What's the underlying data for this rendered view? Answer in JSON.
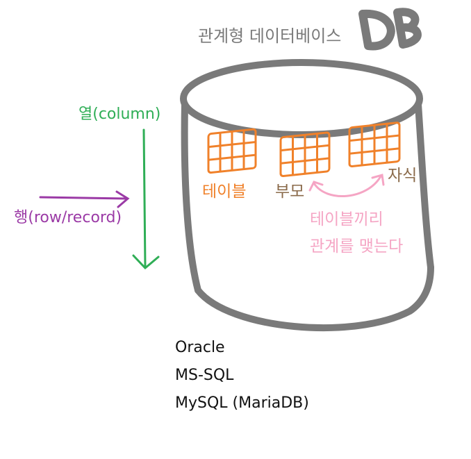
{
  "title": "관계형 데이터베이스",
  "db_mark": "DB",
  "column_label": "열(column)",
  "row_label": "행(row/record)",
  "table_label": "테이블",
  "parent_label": "부모",
  "child_label": "자식",
  "relation_label": [
    "테이블끼리",
    "관계를 맺는다"
  ],
  "dbms_list": [
    "Oracle",
    "MS-SQL",
    "MySQL (MariaDB)"
  ],
  "colors": {
    "cylinder": "#7a7a7a",
    "column": "#2fae56",
    "row": "#9b3aa6",
    "table": "#f0812a",
    "relation": "#f5a5c4",
    "parent_child": "#8a6a4a"
  }
}
